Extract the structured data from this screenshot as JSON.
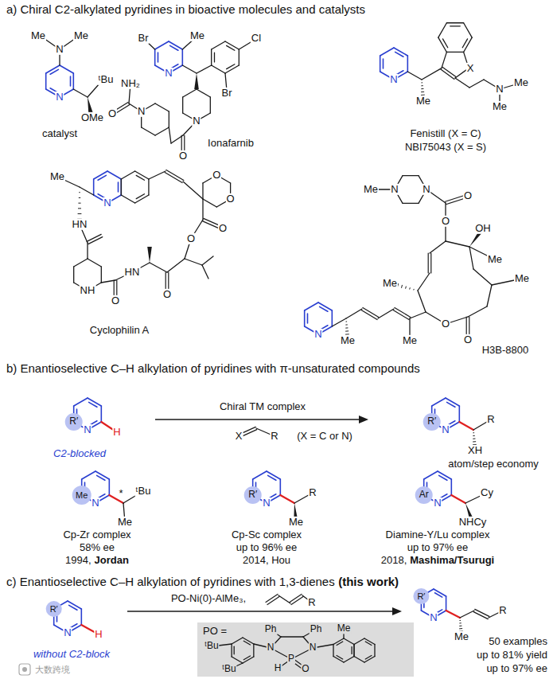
{
  "diagram": {
    "nodes": [
      {
        "text": [
          "PO =",
          "Ph",
          "Ph",
          "Me",
          "ᵗBu",
          "N",
          "P",
          "N",
          "ᵗBu",
          "H",
          "O"
        ]
      }
    ],
    "labels": [
      "a) Chiral C2-alkylated pyridines in bioactive molecules and catalysts",
      "Me",
      "Me",
      "N",
      "N",
      "ᵗBu",
      "OMe",
      "catalyst",
      "Br",
      "Me",
      "N",
      "Cl",
      "Br",
      "N",
      "O",
      "N",
      "NH₂",
      "O",
      "Ionafarnib",
      "N",
      "Me",
      "X",
      "N",
      "Me",
      "Me",
      "Fenistill (X = C)",
      "NBI75043 (X = S)",
      "Me",
      "N",
      "HN",
      "NH",
      "O",
      "HN",
      "O",
      "O",
      "O",
      "O",
      "O",
      "Cyclophilin A",
      "N",
      "Me",
      "N",
      "O",
      "O",
      "OH",
      "Me",
      "Me",
      "Me",
      "O",
      "O",
      "N",
      "Me",
      "Me",
      "H3B-8800",
      "b) Enantioselective C–H alkylation of pyridines with π-unsaturated compounds",
      "R′",
      "N",
      "H",
      "C2-blocked",
      "Chiral TM complex",
      "X",
      "R",
      "(X = C or N)",
      "R′",
      "N",
      "R",
      "XH",
      "atom/step economy",
      "Me",
      "N",
      "ᵗBu",
      "*",
      "Me",
      "Cp-Zr complex",
      "58% ee",
      "1994,",
      "Jordan",
      "R′",
      "N",
      "R",
      "Me",
      "Cp-Sc complex",
      "up to 96% ee",
      "2014, Hou",
      "Ar",
      "N",
      "Cy",
      "NHCy",
      "Diamine-Y/Lu complex",
      "up to 97% ee",
      "2018,",
      "Mashima/Tsurugi",
      "c) Enantioselective C–H alkylation of pyridines with 1,3-dienes",
      "(this work)",
      "R′",
      "N",
      "H",
      "without C2-block",
      "PO-Ni(0)-AlMe₃,",
      "R",
      "R′",
      "N",
      "Me",
      "R",
      "50 examples",
      "up to 81% yield",
      "up to 97% ee",
      "大数跨境"
    ]
  }
}
